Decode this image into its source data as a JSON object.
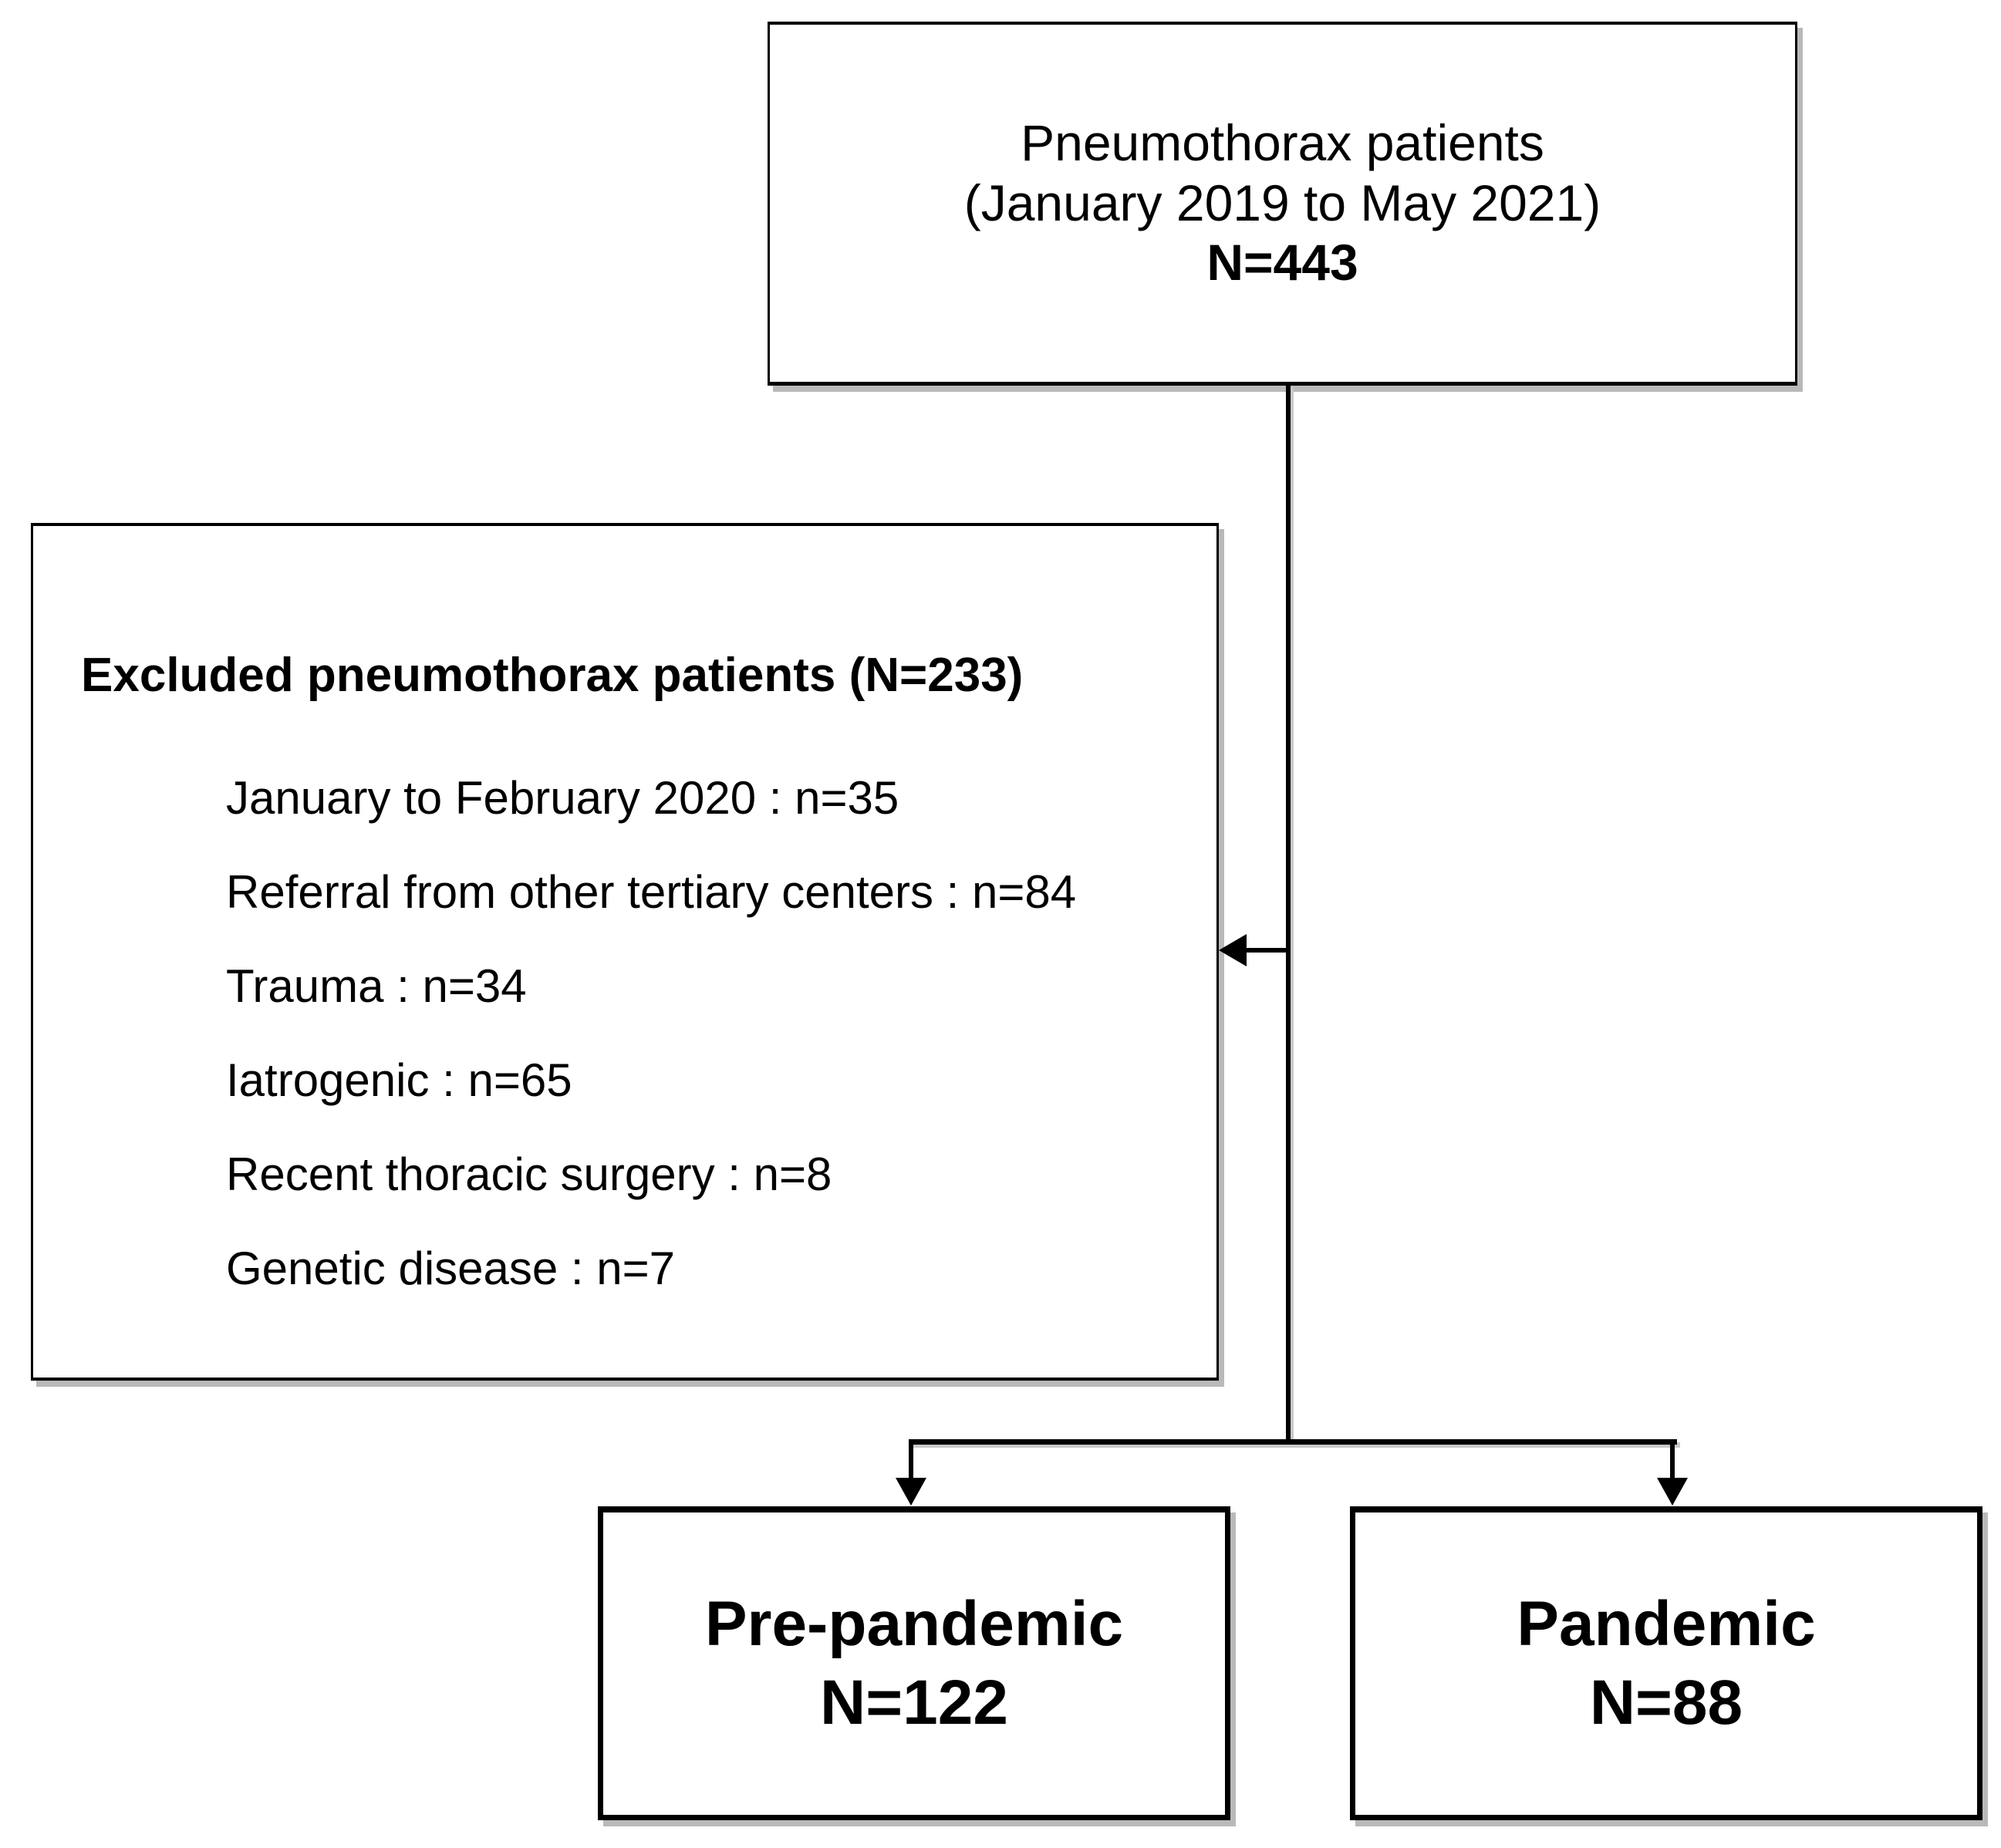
{
  "diagram": {
    "title_semantic": "Pneumothorax patient enrollment flowchart",
    "top_box": {
      "line1": "Pneumothorax patients",
      "line2": "(January 2019 to May 2021)",
      "line3": "N=443"
    },
    "excluded_box": {
      "heading": "Excluded pneumothorax patients (N=233)",
      "items": [
        "January to February 2020 : n=35",
        "Referral from other tertiary centers : n=84",
        "Trauma : n=34",
        "Iatrogenic : n=65",
        "Recent thoracic surgery : n=8",
        "Genetic disease : n=7"
      ]
    },
    "pre_pandemic_box": {
      "line1": "Pre-pandemic",
      "line2": "N=122"
    },
    "pandemic_box": {
      "line1": "Pandemic",
      "line2": "N=88"
    },
    "colors": {
      "line": "#000000",
      "text": "#000000",
      "background": "#ffffff",
      "shadow": "#b9b9b9"
    }
  }
}
